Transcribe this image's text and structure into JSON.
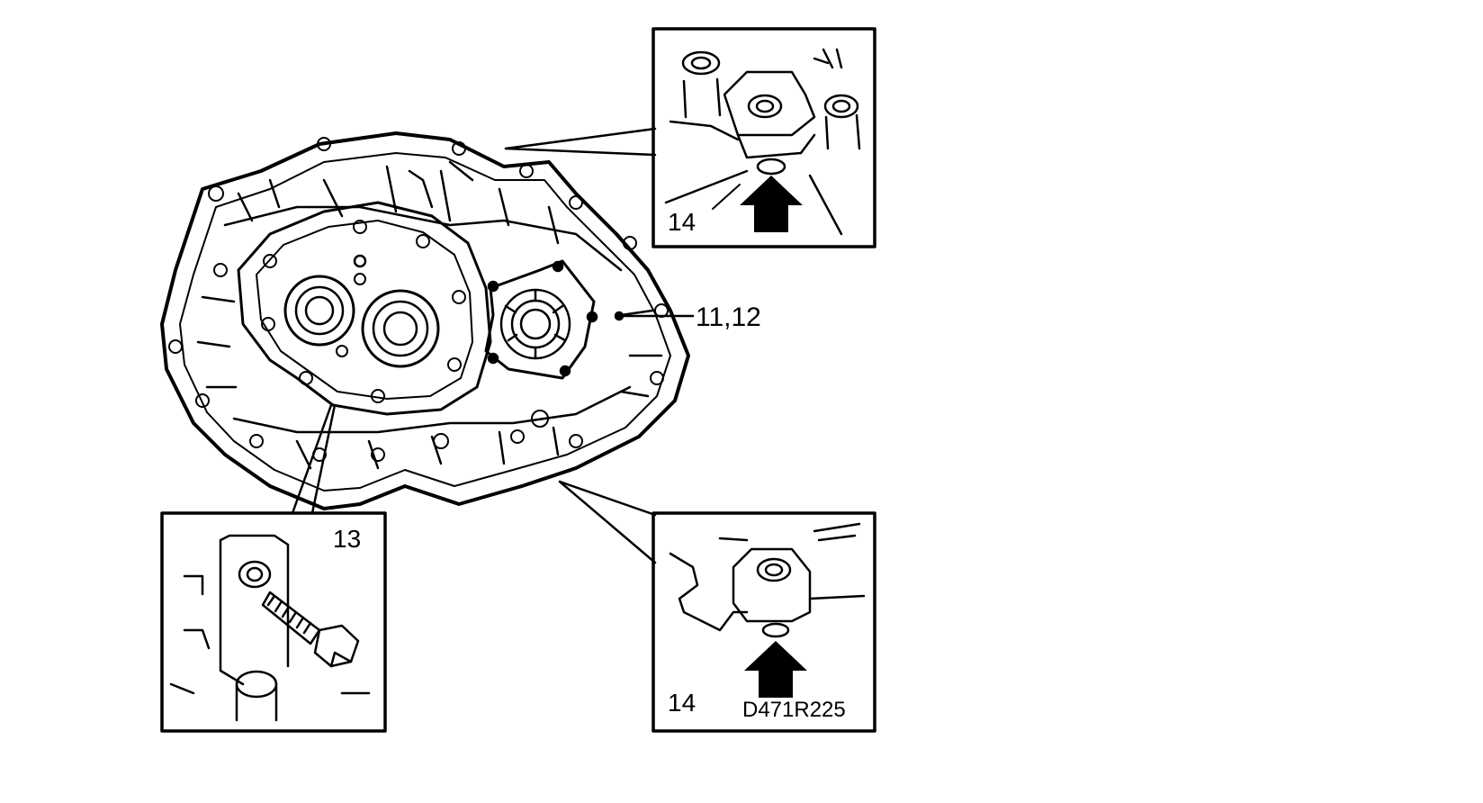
{
  "labels": {
    "main_callout": "11,12",
    "inset_top_right_callout": "14",
    "inset_bottom_left_callout": "13",
    "inset_bottom_right_callout": "14",
    "figure_code": "D471R225"
  },
  "colors": {
    "ink": "#000000",
    "paper": "#ffffff"
  }
}
